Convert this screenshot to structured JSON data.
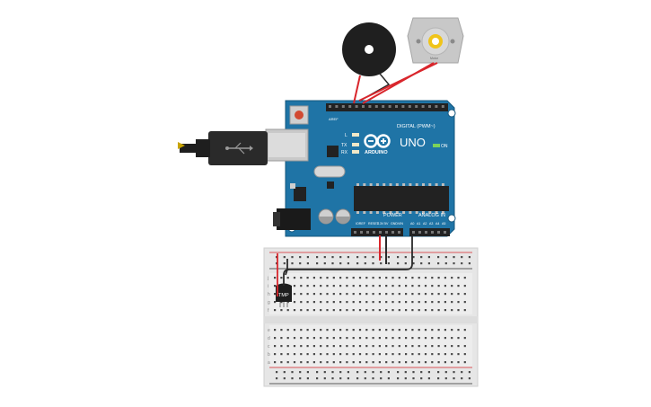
{
  "board": {
    "brand": "ARDUINO",
    "model": "UNO",
    "on_label": "ON",
    "digital_header": "DIGITAL (PWM~)",
    "power_header": "POWER",
    "analog_header": "ANALOG IN",
    "aref": "AREF",
    "gnd": "GND",
    "led_l": "L",
    "led_tx": "TX",
    "led_rx": "RX",
    "ioref": "IOREF",
    "reset": "RESET",
    "v33": "3.3V",
    "v5": "5V",
    "vin": "VIN",
    "a0": "A0",
    "a1": "A1",
    "a2": "A2",
    "a3": "A3",
    "a4": "A4",
    "a5": "A5"
  },
  "components": {
    "sensor_label": "TMP",
    "motor_label": "Motor"
  },
  "breadboard": {
    "rows_top": [
      "j",
      "i",
      "h",
      "g",
      "f"
    ],
    "rows_bottom": [
      "e",
      "d",
      "c",
      "b",
      "a"
    ]
  },
  "colors": {
    "board": "#1c6fa0",
    "wire_red": "#d9262c",
    "wire_black": "#222222",
    "breadboard": "#ececec"
  }
}
